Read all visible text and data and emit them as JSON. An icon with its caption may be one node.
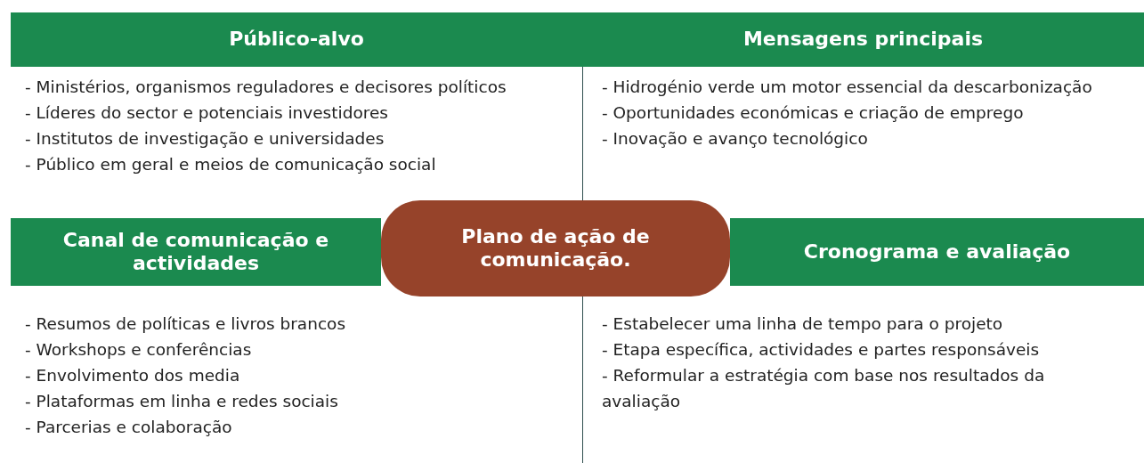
{
  "diagram": {
    "nodes": [
      {
        "text": [
          "Público-alvo"
        ]
      },
      {
        "text": [
          "Mensagens principais"
        ]
      },
      {
        "text": [
          "Canal de comunicação e actividades"
        ]
      },
      {
        "text": [
          "Plano de ação de comunicação."
        ]
      },
      {
        "text": [
          "Cronograma e avaliação"
        ]
      }
    ],
    "labels": [
      "- Ministérios, organismos reguladores e decisores políticos",
      "- Líderes do sector e potenciais investidores",
      "- Institutos de investigação e universidades",
      "- Público em geral e meios de comunicação social",
      "- Hidrogénio verde um motor essencial da descarbonização",
      "- Oportunidades económicas e criação de emprego",
      "- Inovação e avanço tecnológico",
      "- Resumos de políticas e livros brancos",
      "- Workshops e conferências",
      "- Envolvimento dos media",
      "- Plataformas em linha e redes sociais",
      "- Parcerias e colaboração",
      "- Estabelecer uma linha de tempo para o projeto",
      "- Etapa específica, actividades e partes responsáveis",
      "- Reformular a estratégia com base nos resultados da avaliação"
    ]
  }
}
